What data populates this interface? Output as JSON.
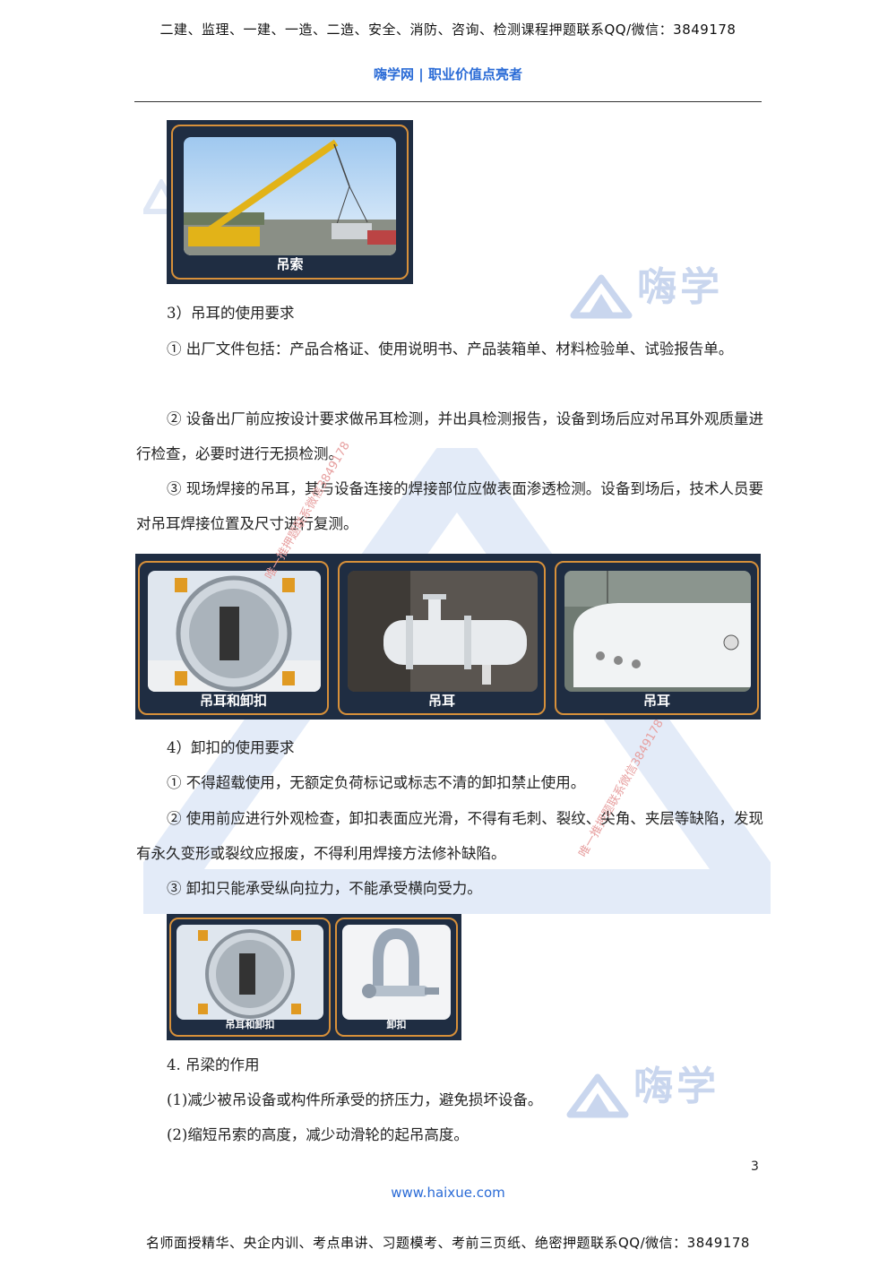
{
  "header": {
    "banner": "二建、监理、一建、一造、二造、安全、消防、咨询、检测课程押题联系QQ/微信：3849178",
    "brand": "嗨学网 | 职业价值点亮者"
  },
  "watermarks": {
    "logo_text": "嗨学",
    "diagonal_1": "唯一推押题联系微信3849178",
    "diagonal_2": "唯一推押题联系微信3849178"
  },
  "figure1": {
    "caption": "吊索"
  },
  "section3": {
    "title": "3）吊耳的使用要求",
    "items": [
      "① 出厂文件包括：产品合格证、使用说明书、产品装箱单、材料检验单、试验报告单。",
      "② 设备出厂前应按设计要求做吊耳检测，并出具检测报告，设备到场后应对吊耳外观质量进行检查，必要时进行无损检测。",
      "③ 现场焊接的吊耳，其与设备连接的焊接部位应做表面渗透检测。设备到场后，技术人员要对吊耳焊接位置及尺寸进行复测。"
    ]
  },
  "figure2": {
    "captions": [
      "吊耳和卸扣",
      "吊耳",
      "吊耳"
    ]
  },
  "section4": {
    "title": "4）卸扣的使用要求",
    "items": [
      "① 不得超载使用，无额定负荷标记或标志不清的卸扣禁止使用。",
      "② 使用前应进行外观检查，卸扣表面应光滑，不得有毛刺、裂纹、尖角、夹层等缺陷，发现有永久变形或裂纹应报废，不得利用焊接方法修补缺陷。",
      "③ 卸扣只能承受纵向拉力，不能承受横向受力。"
    ]
  },
  "figure3": {
    "captions": [
      "吊耳和卸扣",
      "卸扣"
    ]
  },
  "section_beam": {
    "title": "4. 吊梁的作用",
    "items": [
      "(1)减少被吊设备或构件所承受的挤压力，避免损坏设备。",
      "(2)缩短吊索的高度，减少动滑轮的起吊高度。"
    ]
  },
  "footer": {
    "page_number": "3",
    "url": "www.haixue.com",
    "banner": "名师面授精华、央企内训、考点串讲、习题模考、考前三页纸、绝密押题联系QQ/微信：3849178"
  }
}
